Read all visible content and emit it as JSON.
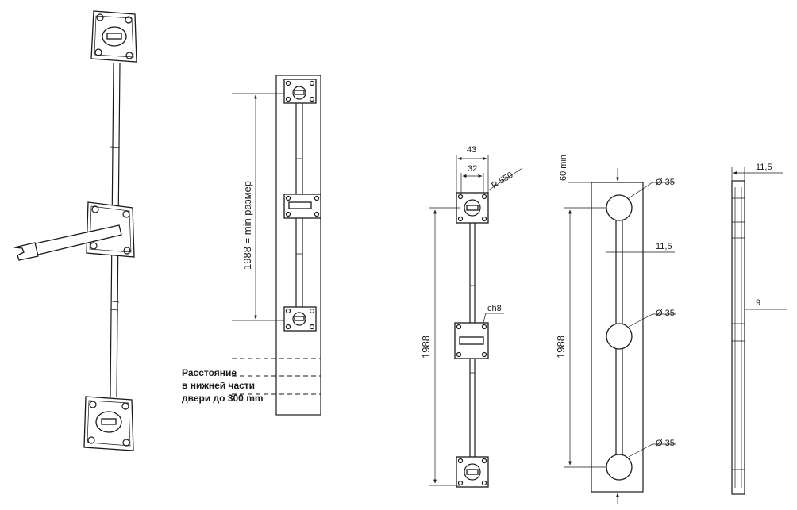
{
  "view_b": {
    "dim_label": "1988 = min размер"
  },
  "note": {
    "lines": [
      "Расстояние",
      "в нижней части",
      "двери до 300 mm"
    ]
  },
  "view_c": {
    "width_outer": "43",
    "width_inner": "32",
    "radius": "R 550",
    "chamfer": "ch8",
    "length": "1988"
  },
  "view_d": {
    "top_min": "60 min",
    "dia_top": "Ø 35",
    "rod_width": "11,5",
    "dia_mid": "Ø 35",
    "dia_bottom": "Ø 35",
    "length": "1988"
  },
  "view_e": {
    "top_width": "11,5",
    "thickness": "9"
  }
}
